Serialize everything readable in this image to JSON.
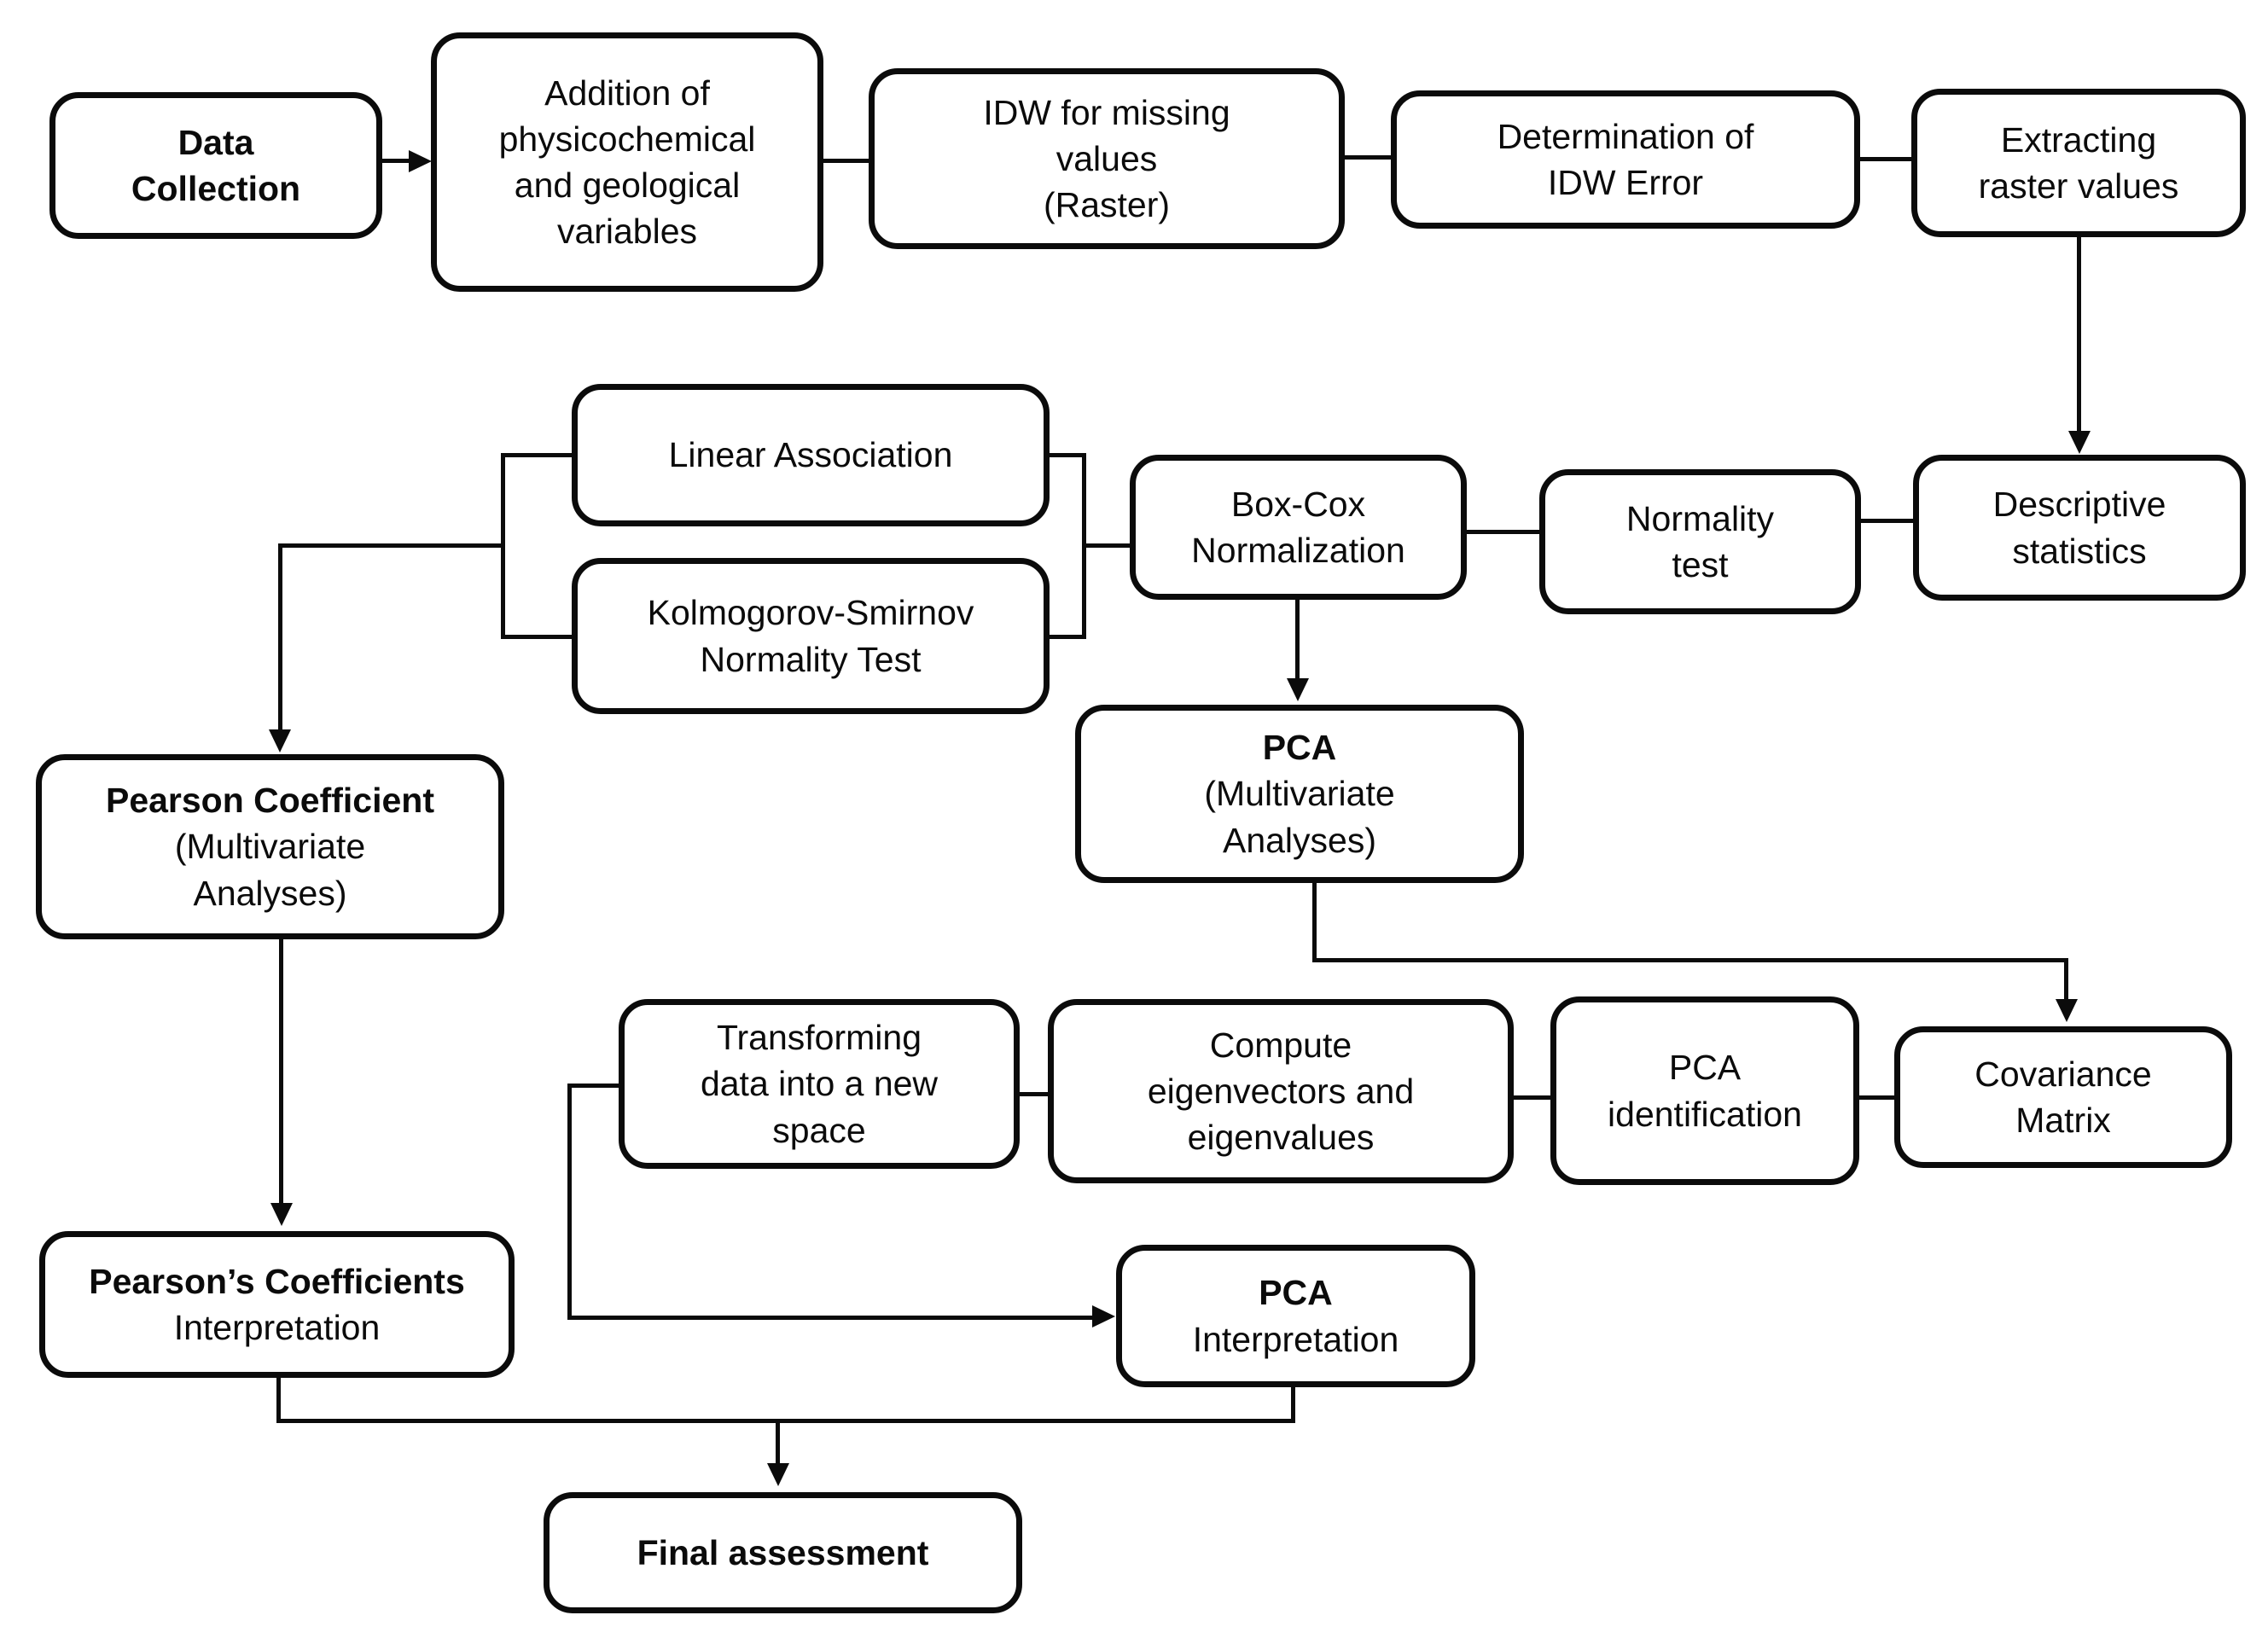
{
  "figure": {
    "background_color": "#ffffff",
    "line_color": "#0b0b0b",
    "description": "Flowchart of data processing and multivariate statistical analysis workflow"
  },
  "nodes": {
    "data_collection": {
      "title": "Data\nCollection",
      "body": ""
    },
    "addition": {
      "title": "",
      "body": "Addition of\nphysicochemical\nand geological\nvariables"
    },
    "idw": {
      "title": "",
      "body": "IDW for missing\nvalues\n(Raster)"
    },
    "idw_error": {
      "title": "",
      "body": "Determination of\nIDW Error"
    },
    "extracting": {
      "title": "",
      "body": "Extracting\nraster values"
    },
    "linear": {
      "title": "",
      "body": "Linear Association"
    },
    "kolmogorov": {
      "title": "",
      "body": "Kolmogorov-Smirnov\nNormality Test"
    },
    "boxcox": {
      "title": "",
      "body": "Box-Cox\nNormalization"
    },
    "normality": {
      "title": "",
      "body": "Normality\ntest"
    },
    "descriptive": {
      "title": "",
      "body": "Descriptive\nstatistics"
    },
    "pearson": {
      "title": "Pearson Coefficient",
      "body": "(Multivariate\nAnalyses)"
    },
    "pca": {
      "title": "PCA",
      "body": "(Multivariate\nAnalyses)"
    },
    "transforming": {
      "title": "",
      "body": "Transforming\ndata into a new\nspace"
    },
    "compute": {
      "title": "",
      "body": "Compute\neigenvectors and\neigenvalues"
    },
    "pca_identification": {
      "title": "",
      "body": "PCA\nidentification"
    },
    "covariance": {
      "title": "",
      "body": "Covariance\nMatrix"
    },
    "pearsons_interp": {
      "title": "Pearson’s Coefficients",
      "body": "Interpretation"
    },
    "pca_interp": {
      "title": "PCA",
      "body": "Interpretation"
    },
    "final": {
      "title": "Final assessment",
      "body": ""
    }
  },
  "edges": [
    {
      "from": "data_collection",
      "to": "addition",
      "arrow": true
    },
    {
      "from": "addition",
      "to": "idw",
      "arrow": false
    },
    {
      "from": "idw",
      "to": "idw_error",
      "arrow": false
    },
    {
      "from": "idw_error",
      "to": "extracting",
      "arrow": false
    },
    {
      "from": "extracting",
      "to": "descriptive",
      "arrow": true
    },
    {
      "from": "descriptive",
      "to": "normality",
      "arrow": false
    },
    {
      "from": "normality",
      "to": "boxcox",
      "arrow": false
    },
    {
      "from": "boxcox",
      "to": "linear+kolmogorov bracket",
      "arrow": false
    },
    {
      "from": "linear+kolmogorov bracket",
      "to": "pearson",
      "arrow": true
    },
    {
      "from": "boxcox",
      "to": "pca",
      "arrow": true
    },
    {
      "from": "pearson",
      "to": "pearsons_interp",
      "arrow": true
    },
    {
      "from": "pca",
      "to": "covariance",
      "arrow": true
    },
    {
      "from": "covariance",
      "to": "pca_identification",
      "arrow": false
    },
    {
      "from": "pca_identification",
      "to": "compute",
      "arrow": false
    },
    {
      "from": "compute",
      "to": "transforming",
      "arrow": false
    },
    {
      "from": "transforming",
      "to": "pca_interp",
      "arrow": true
    },
    {
      "from": "pearsons_interp",
      "to": "final",
      "arrow": true
    },
    {
      "from": "pca_interp",
      "to": "final",
      "arrow": true
    }
  ]
}
